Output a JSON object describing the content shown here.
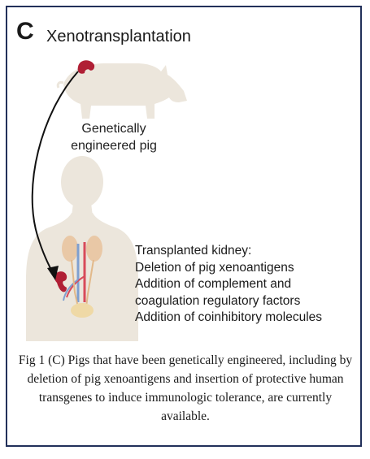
{
  "panel": {
    "letter": "C",
    "title": "Xenotransplantation"
  },
  "pig": {
    "label_line1": "Genetically",
    "label_line2": "engineered pig"
  },
  "kidney_info": {
    "heading": "Transplanted kidney:",
    "items": [
      "Deletion of pig xenoantigens",
      "Addition of complement and",
      "coagulation regulatory factors",
      "Addition of coinhibitory molecules"
    ]
  },
  "caption": "Fig 1 (C) Pigs that have been genetically engineered, including by deletion of pig xenoantigens and insertion of protective human transgenes to induce immunologic tolerance, are currently available.",
  "colors": {
    "frame": "#22305a",
    "silhouette": "#ece6dc",
    "kidney": "#b01f35",
    "artery": "#d84a5a",
    "vein": "#7f9fd0",
    "bladder": "#efd9a6",
    "arrow": "#111111"
  }
}
